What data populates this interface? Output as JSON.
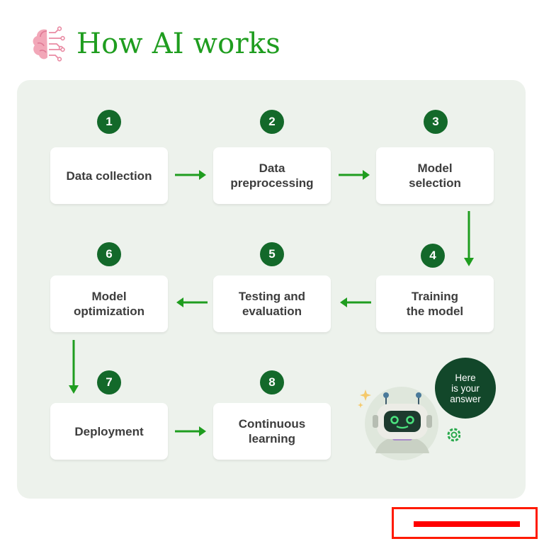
{
  "header": {
    "title": "How AI works",
    "icon": "brain-circuit-icon",
    "icon_color": "#e98aa3",
    "title_color": "#1f9d1f"
  },
  "steps": [
    {
      "number": "1",
      "label": "Data collection"
    },
    {
      "number": "2",
      "label": "Data\npreprocessing"
    },
    {
      "number": "3",
      "label": "Model\nselection"
    },
    {
      "number": "4",
      "label": "Training\nthe model"
    },
    {
      "number": "5",
      "label": "Testing and\nevaluation"
    },
    {
      "number": "6",
      "label": "Model\noptimization"
    },
    {
      "number": "7",
      "label": "Deployment"
    },
    {
      "number": "8",
      "label": "Continuous\nlearning"
    }
  ],
  "bubble": {
    "text": "Here\nis your\nanswer"
  },
  "colors": {
    "panel": "#edf2ec",
    "step_badge": "#13692a",
    "arrow": "#1f9d1f",
    "bubble": "#12472a"
  },
  "illustration": {
    "robot": "robot-icon",
    "gear": "gear-icon",
    "sparkle": "sparkle-icon"
  },
  "watermark": {
    "logo": "redacted-logo"
  }
}
